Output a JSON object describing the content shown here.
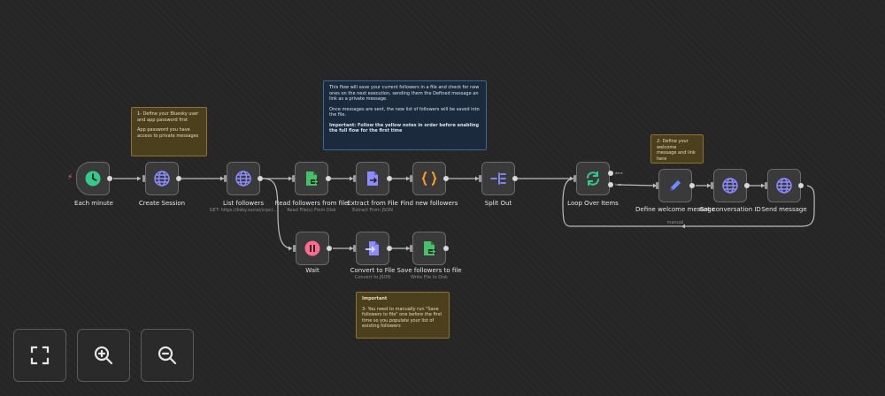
{
  "nodes": {
    "each_minute": {
      "label": "Each minute",
      "icon": "clock-icon",
      "color": "#35c98c"
    },
    "create_session": {
      "label": "Create Session",
      "icon": "globe-icon",
      "color": "#8b8cff"
    },
    "list_followers": {
      "label": "List followers",
      "sub": "GET: https://bsky.social/xrpc/...",
      "icon": "globe-icon"
    },
    "read_followers": {
      "label": "Read followers from file",
      "sub": "Read File(s) From Disk",
      "icon": "file-read-icon",
      "color": "#48c06a"
    },
    "extract_file": {
      "label": "Extract from File",
      "sub": "Extract From JSON",
      "icon": "file-extract-icon",
      "color": "#8b8cff"
    },
    "find_new": {
      "label": "Find new followers",
      "icon": "code-braces-icon",
      "color": "#ff9e22"
    },
    "split_out": {
      "label": "Split Out",
      "icon": "split-icon",
      "color": "#8b8cff"
    },
    "loop_over": {
      "label": "Loop Over Items",
      "icon": "loop-icon",
      "color": "#35c98c",
      "out_done": "done",
      "out_loop": "loop"
    },
    "define_welcome": {
      "label": "Define welcome message",
      "sub": "manual",
      "icon": "pencil-icon",
      "color": "#6c8cff"
    },
    "get_conversation": {
      "label": "Get conversation ID",
      "icon": "globe-icon"
    },
    "send_message": {
      "label": "Send message",
      "icon": "globe-icon"
    },
    "wait": {
      "label": "Wait",
      "icon": "pause-icon",
      "color": "#ff6b93"
    },
    "convert_file": {
      "label": "Convert to File",
      "sub": "Convert to JSON",
      "icon": "file-convert-icon",
      "color": "#8b8cff"
    },
    "save_followers": {
      "label": "Save followers to file",
      "sub": "Write File to Disk",
      "icon": "file-write-icon",
      "color": "#48c06a"
    }
  },
  "notes": {
    "note1": {
      "line1": "1- Define your Bluesky user and app password first",
      "line2": "App password you have access to private messages"
    },
    "note_main": {
      "p1": "This flow will save your current followers in a file and check for new ones on the next execution, sending them the Defined message an link as a private message.",
      "p2": "Once messages are sent, the new list of followers will be saved into the file.",
      "p3": "Important: Follow the yellow notes in order before enabling the full flow for the first time"
    },
    "note2": {
      "line1": "2- Define your welcome message and link here"
    },
    "note3": {
      "title": "Important",
      "line1": "3- You need to manually run \"Save followers to file\" one before the first time so you populate your list of existing followers"
    }
  },
  "controls": {
    "fit": {
      "icon": "fit-view-icon"
    },
    "zoom_in": {
      "icon": "zoom-in-icon"
    },
    "zoom_out": {
      "icon": "zoom-out-icon"
    }
  },
  "colors": {
    "canvas": "#262626",
    "node_bg": "#3a3a3a",
    "note_yellow": "#4b3f1e",
    "note_blue": "#1b2b3d",
    "trigger_bolt": "#ff6d5a"
  }
}
